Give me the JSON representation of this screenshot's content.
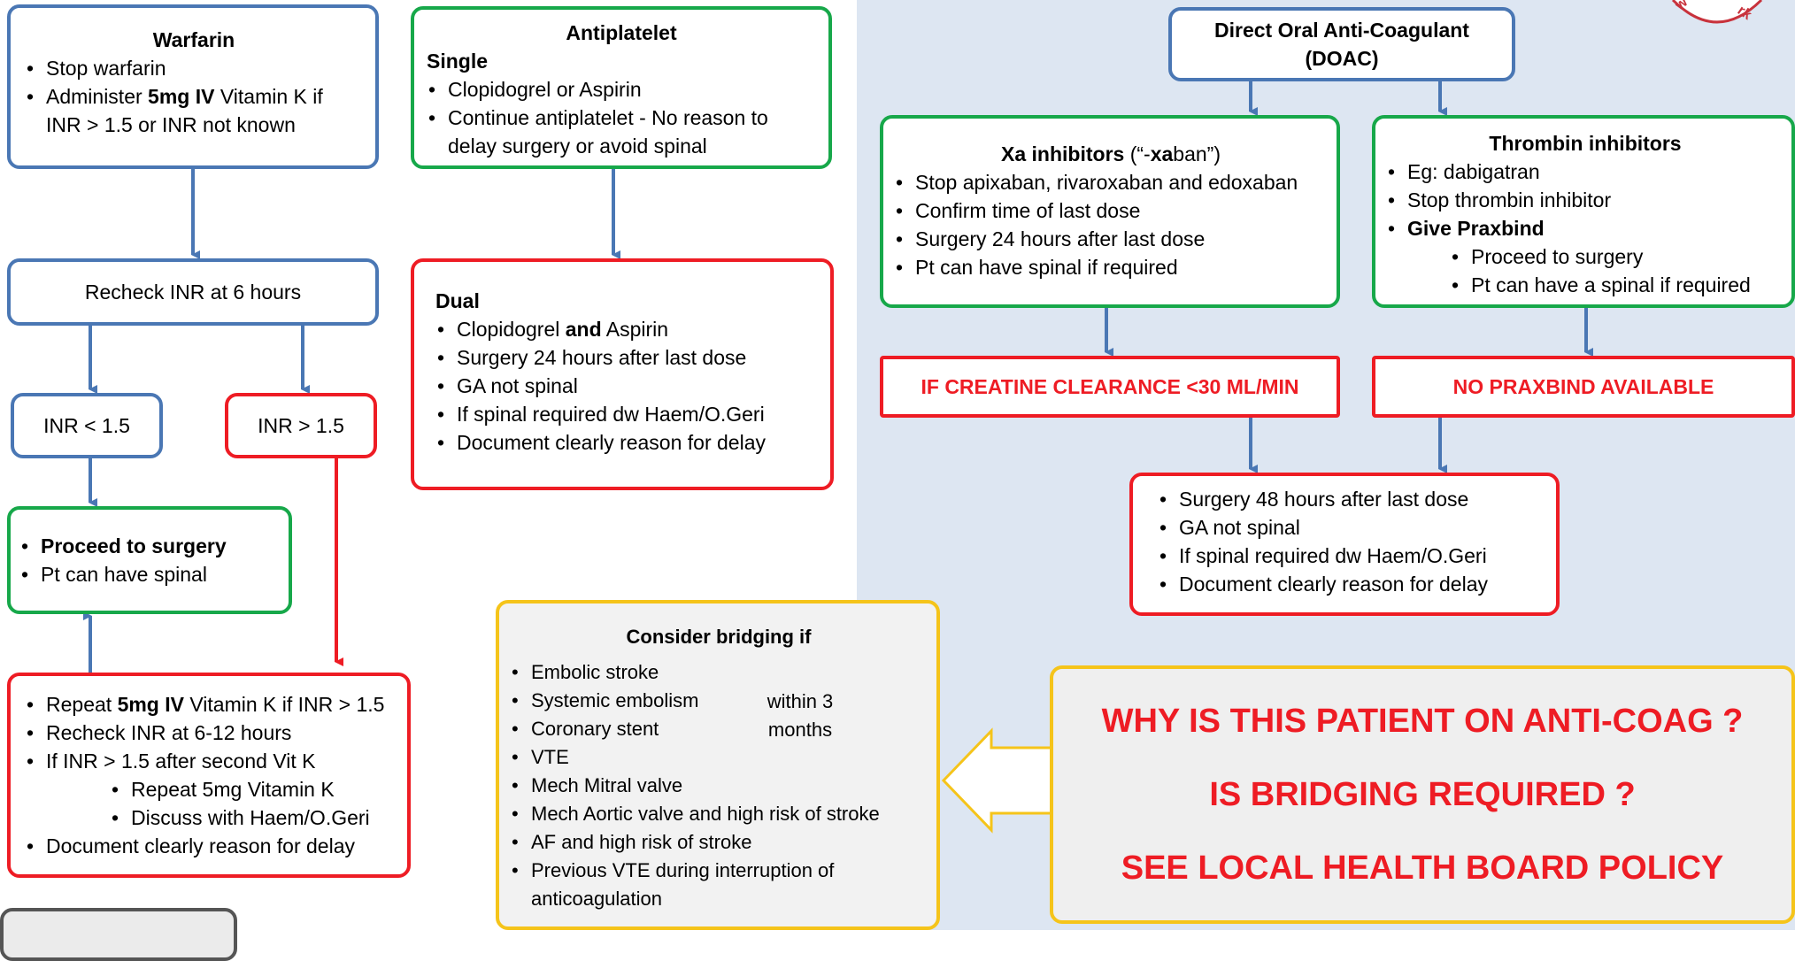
{
  "warfarin": {
    "title": "Warfarin",
    "item1": "Stop warfarin",
    "item2_pre": "Administer ",
    "item2_bold": "5mg IV",
    "item2_post": "  Vitamin K if INR > 1.5 or INR not known"
  },
  "recheck": {
    "text": "Recheck INR at 6 hours"
  },
  "inr_low": {
    "text": "INR < 1.5"
  },
  "inr_high": {
    "text": "INR > 1.5"
  },
  "proceed": {
    "item1": "Proceed to surgery",
    "item2": "Pt can have spinal"
  },
  "repeat": {
    "item1_pre": "Repeat ",
    "item1_bold": "5mg IV",
    "item1_post": "  Vitamin K if INR > 1.5",
    "item2": "Recheck INR at 6-12 hours",
    "item3": "If INR > 1.5 after second Vit K",
    "sub1": "Repeat 5mg Vitamin K",
    "sub2": "Discuss with Haem/O.Geri",
    "item4": "Document clearly reason for delay"
  },
  "antiplatelet": {
    "title": "Antiplatelet",
    "subtitle": "Single",
    "item1": "Clopidogrel or Aspirin",
    "item2": "Continue antiplatelet - No reason to delay surgery or avoid spinal"
  },
  "dual": {
    "title": "Dual",
    "item1_pre": "Clopidogrel ",
    "item1_bold": "and",
    "item1_post": " Aspirin",
    "item2": "Surgery 24 hours after last dose",
    "item3": "GA not spinal",
    "item4": "If spinal required dw Haem/O.Geri",
    "item5": "Document clearly reason for delay"
  },
  "doac": {
    "line1": "Direct Oral Anti-Coagulant",
    "line2": "(DOAC)"
  },
  "xa": {
    "title_bold": "Xa inhibitors",
    "title_pre": " (“-",
    "title_bold2": "xa",
    "title_post": "ban”)",
    "item1": "Stop apixaban, rivaroxaban and edoxaban",
    "item2": "Confirm time of last dose",
    "item3": "Surgery 24 hours after last dose",
    "item4": "Pt can have spinal if required"
  },
  "thrombin": {
    "title": "Thrombin inhibitors",
    "item1": "Eg: dabigatran",
    "item2": "Stop thrombin inhibitor",
    "item3": "Give Praxbind",
    "sub1": "Proceed to surgery",
    "sub2": "Pt can have a spinal if required"
  },
  "creat": {
    "text": "IF CREATINE CLEARANCE <30 ML/MIN"
  },
  "nopraxbind": {
    "text": "NO PRAXBIND AVAILABLE"
  },
  "surgery48": {
    "item1": "Surgery 48 hours after last dose",
    "item2": "GA not spinal",
    "item3": "If spinal required dw Haem/O.Geri",
    "item4": "Document clearly reason for delay"
  },
  "bridging": {
    "title": "Consider bridging if",
    "item1": "Embolic stroke",
    "item2": "Systemic embolism",
    "item3": "Coronary stent",
    "item4": "VTE",
    "bracket_label": "within 3 months",
    "item5": "Mech Mitral valve",
    "item6": "Mech Aortic valve and high risk of stroke",
    "item7": "AF and high risk of stroke",
    "item8": "Previous VTE during interruption of anticoagulation"
  },
  "why": {
    "line1": "WHY IS THIS PATIENT ON ANTI-COAG ?",
    "line2": "IS BRIDGING REQUIRED ?",
    "line3": "SEE LOCAL HEALTH BOARD POLICY"
  },
  "colors": {
    "blue": "#4a77b4",
    "green": "#17a84a",
    "red": "#ee1c24",
    "yellow": "#f5c41a",
    "panel": "#dde6f2"
  },
  "icons": {
    "arrow_left": "hollow-left-arrow-icon",
    "logo": "logo-seal-icon"
  }
}
